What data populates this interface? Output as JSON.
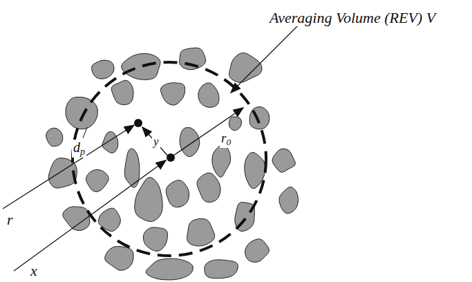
{
  "diagram": {
    "labels": [
      "Averaging Volume (REV) V",
      "dp",
      "y",
      "r0",
      "r",
      "x"
    ]
  }
}
